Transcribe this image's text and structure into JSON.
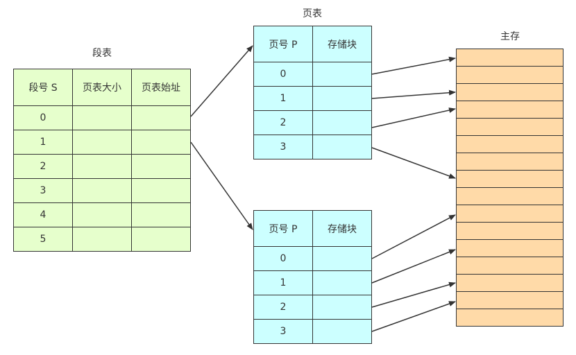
{
  "segment_table": {
    "title": "段表",
    "headers": [
      "段号 S",
      "页表大小",
      "页表始址"
    ],
    "rows": [
      "0",
      "1",
      "2",
      "3",
      "4",
      "5"
    ]
  },
  "page_tables": [
    {
      "title": "页表",
      "headers": [
        "页号 P",
        "存储块"
      ],
      "rows": [
        "0",
        "1",
        "2",
        "3"
      ]
    },
    {
      "title": "",
      "headers": [
        "页号 P",
        "存储块"
      ],
      "rows": [
        "0",
        "1",
        "2",
        "3"
      ]
    }
  ],
  "main_memory": {
    "title": "主存",
    "block_count": 16
  },
  "colors": {
    "segment_table_fill": "#e6ffcc",
    "page_table_fill": "#ccffff",
    "memory_fill": "#ffdaa8",
    "line": "#333333"
  }
}
